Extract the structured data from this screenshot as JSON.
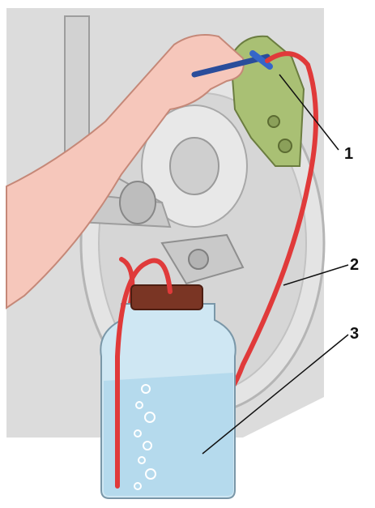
{
  "callouts": [
    {
      "label": "1",
      "target": "bleeder-screw"
    },
    {
      "label": "2",
      "target": "drain-hose"
    },
    {
      "label": "3",
      "target": "collection-bottle"
    }
  ],
  "colors": {
    "hose": "#e03a3a",
    "bottle_cap": "#7a3524",
    "bottle_glass": "#cfe7f3",
    "bottle_fluid": "#a9d4ea",
    "caliper": "#a9c074",
    "wrench": "#3566c9",
    "skin": "#f6c7bb",
    "background": "#dcdcdc"
  },
  "icons": [
    "hand-with-wrench",
    "brake-caliper",
    "bleeder-hose",
    "collection-bottle"
  ]
}
